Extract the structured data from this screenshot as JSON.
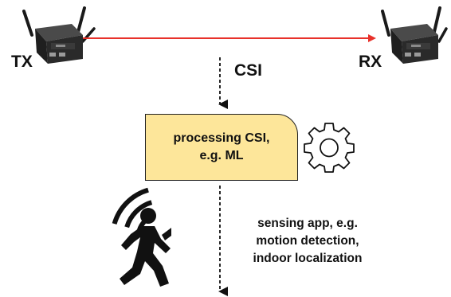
{
  "diagram": {
    "transmitter": {
      "label": "TX"
    },
    "receiver": {
      "label": "RX"
    },
    "csi_label": "CSI",
    "processing_box": {
      "line1": "processing CSI,",
      "line2": "e.g. ML"
    },
    "sensing_text": {
      "line1": "sensing app, e.g.",
      "line2": "motion detection,",
      "line3": "indoor localization"
    },
    "icons": [
      "router-icon",
      "gear-icon",
      "walking-person-icon",
      "wifi-signal-icon"
    ],
    "colors": {
      "link_arrow": "#e8312a",
      "box_fill": "#fde69a",
      "text": "#111111"
    }
  }
}
